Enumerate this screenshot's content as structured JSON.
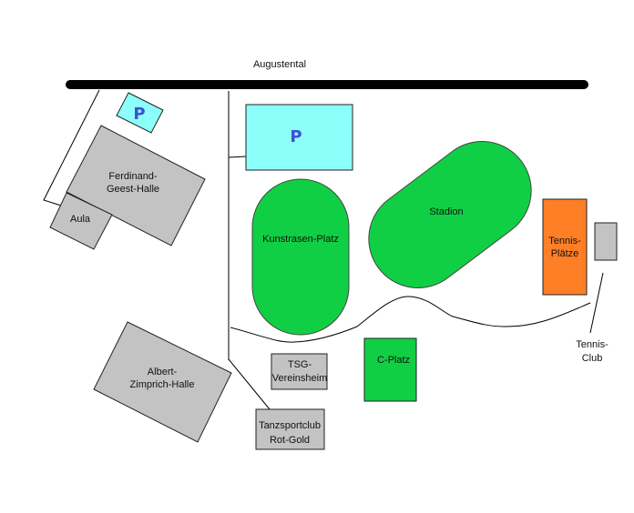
{
  "colors": {
    "green": "#11cf44",
    "grey": "#c3c3c3",
    "cyan": "#8cfffa",
    "orange": "#ff7f27",
    "parking_text": "#3c4fd6"
  },
  "labels": {
    "road": "Augustental",
    "parking_small": "P",
    "parking_large": "P",
    "ferdinand_1": "Ferdinand-",
    "ferdinand_2": "Geest-Halle",
    "aula": "Aula",
    "kunstrasen": "Kunstrasen-Platz",
    "stadion": "Stadion",
    "tennis_1": "Tennis-",
    "tennis_2": "Plätze",
    "tennis_club_1": "Tennis-",
    "tennis_club_2": "Club",
    "albert_1": "Albert-",
    "albert_2": "Zimprich-Halle",
    "tsg_1": "TSG-",
    "tsg_2": "Vereinsheim",
    "cplatz": "C-Platz",
    "tanz_1": "Tanzsportclub",
    "tanz_2": "Rot-Gold"
  }
}
